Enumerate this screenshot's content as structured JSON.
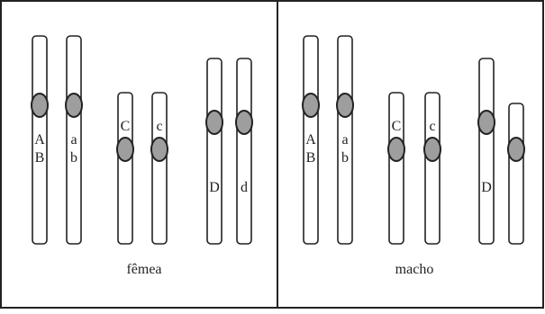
{
  "colors": {
    "border": "#222222",
    "chromosome_fill": "#ffffff",
    "centromere_fill": "#9e9e9e",
    "text": "#222222"
  },
  "panels": [
    {
      "caption": "fêmea",
      "chromosomes": [
        {
          "labels": [
            "A",
            "B"
          ]
        },
        {
          "labels": [
            "a",
            "b"
          ]
        },
        {
          "labels": [
            "C"
          ]
        },
        {
          "labels": [
            "c"
          ]
        },
        {
          "labels": [
            "D"
          ]
        },
        {
          "labels": [
            "d"
          ]
        }
      ]
    },
    {
      "caption": "macho",
      "chromosomes": [
        {
          "labels": [
            "A",
            "B"
          ]
        },
        {
          "labels": [
            "a",
            "b"
          ]
        },
        {
          "labels": [
            "C"
          ]
        },
        {
          "labels": [
            "c"
          ]
        },
        {
          "labels": [
            "D"
          ]
        },
        {
          "labels": []
        }
      ]
    }
  ]
}
